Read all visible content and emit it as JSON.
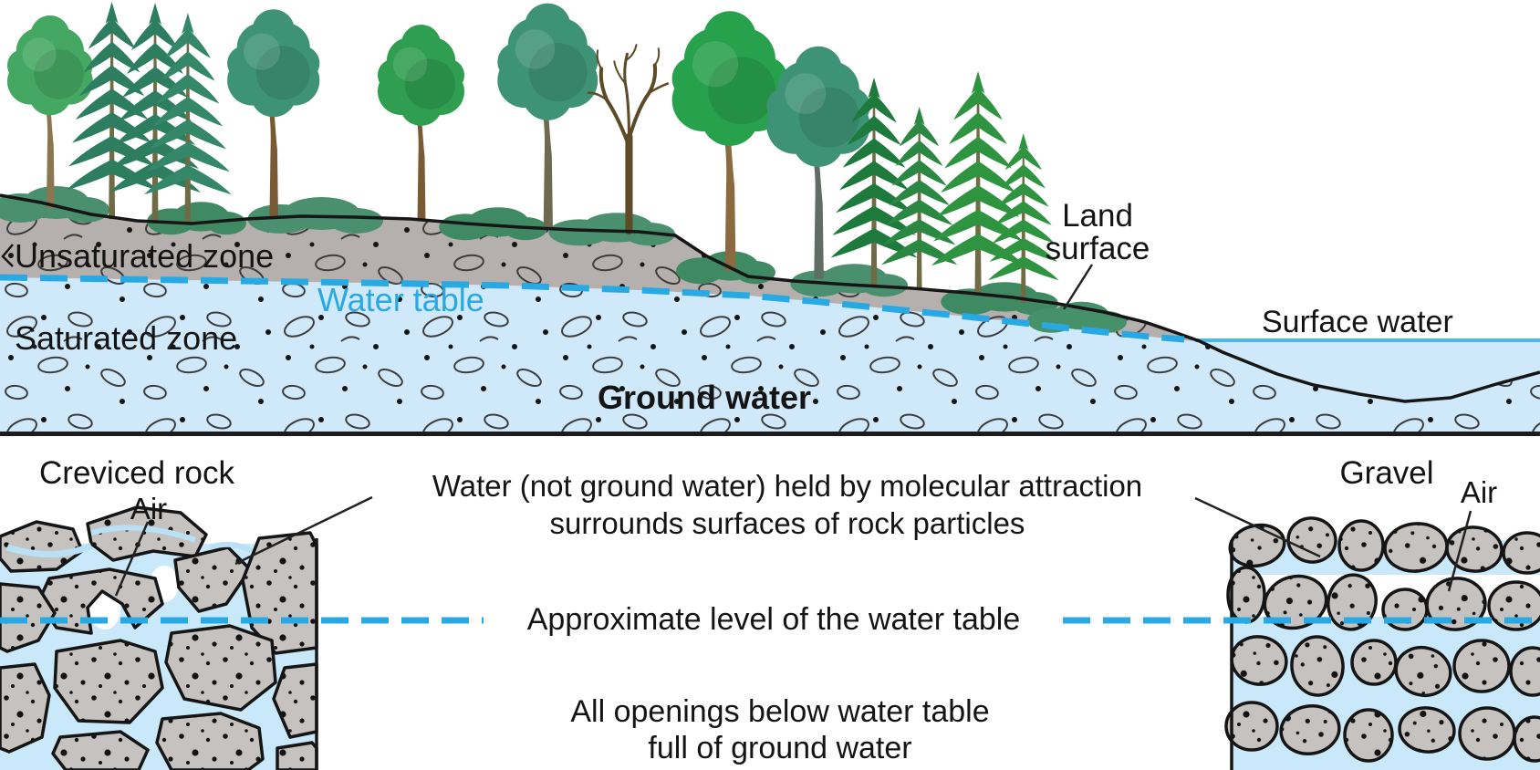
{
  "figure": {
    "upper_section": {
      "unsaturated_zone_label": "Unsaturated zone",
      "water_table_label": "Water table",
      "saturated_zone_label": "Saturated zone",
      "ground_water_label": "Ground water",
      "land_surface_label_line1": "Land",
      "land_surface_label_line2": "surface",
      "surface_water_label": "Surface water"
    },
    "lower_section": {
      "creviced_rock_label": "Creviced rock",
      "air_left_label": "Air",
      "gravel_label": "Gravel",
      "air_right_label": "Air",
      "molecular_attraction_line1": "Water (not ground water) held by molecular attraction",
      "molecular_attraction_line2": "surrounds surfaces of rock particles",
      "approximate_level_label": "Approximate level of the water table",
      "openings_line1": "All openings below water table",
      "openings_line2": "full of ground water"
    },
    "colors": {
      "water_table_blue": "#29a9e3",
      "saturated_blue": "#cfe9fa",
      "unsaturated_gray": "#b5b0ad",
      "rock_gray": "#c6c2c0",
      "crevice_blue": "#c9e8f9",
      "surface_water_line": "#49b9e9",
      "land_line": "#161616",
      "tree_teal": "#3e9377",
      "tree_bright_green": "#27a14b",
      "spruce_dark_teal": "#2d7d60"
    }
  }
}
